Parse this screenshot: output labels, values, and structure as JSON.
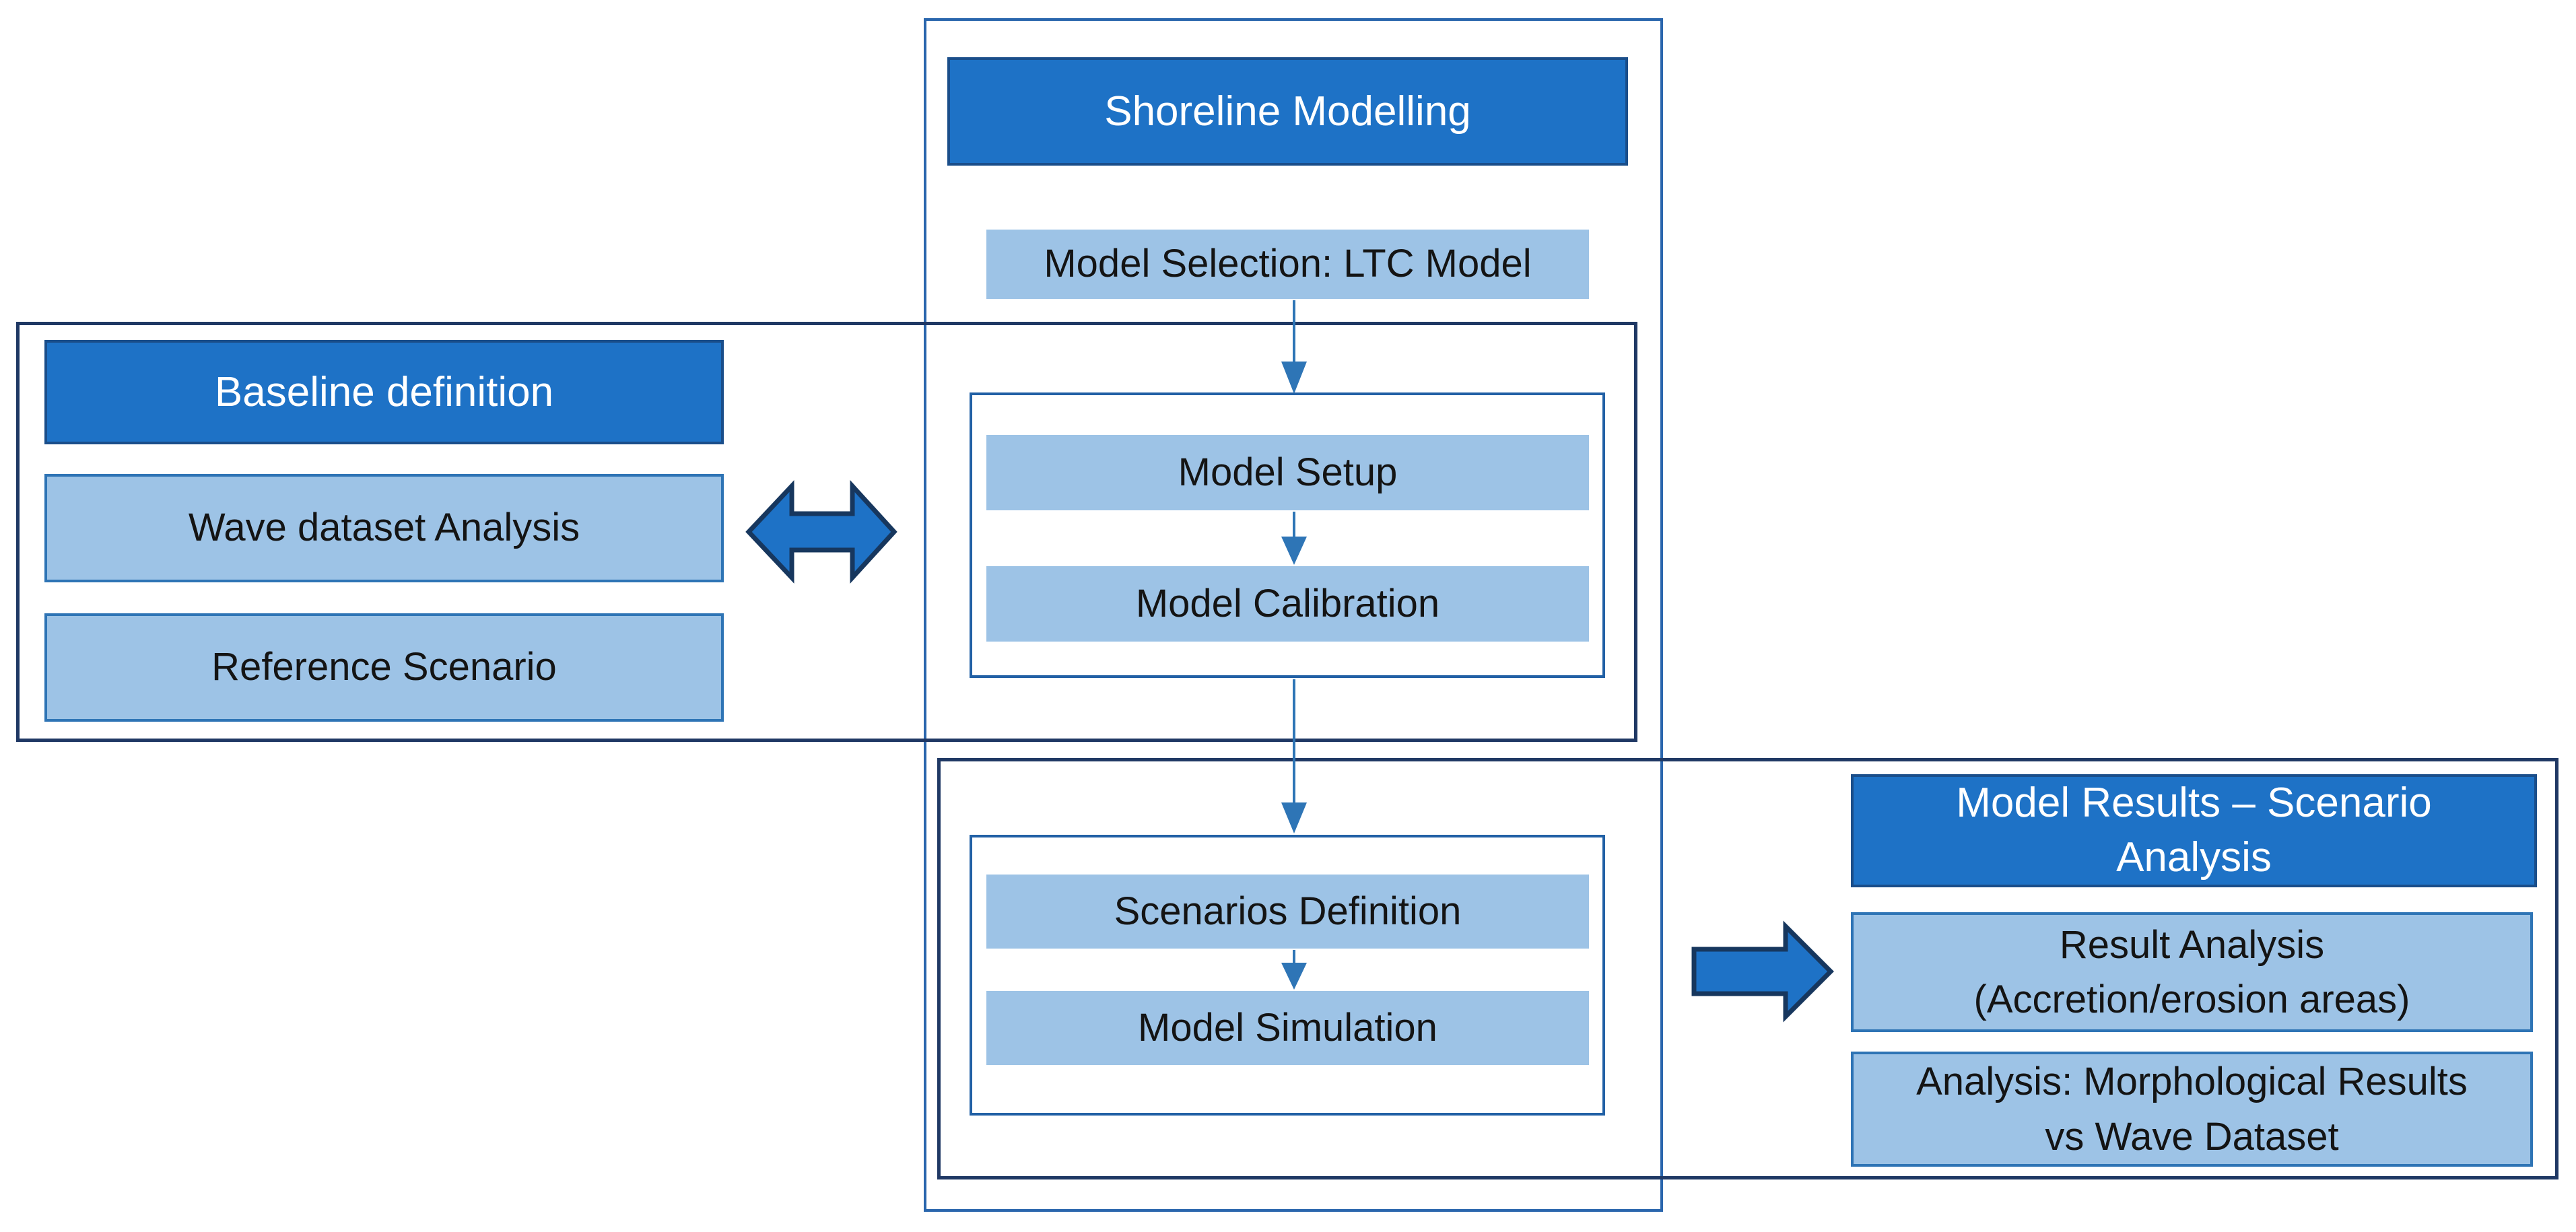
{
  "diagram": {
    "shoreline_modelling": {
      "label": "Shoreline Modelling"
    },
    "model_selection": {
      "label": "Model Selection: LTC Model"
    },
    "baseline_definition": {
      "label": "Baseline definition"
    },
    "wave_dataset": {
      "label": "Wave dataset Analysis"
    },
    "reference_scenario": {
      "label": "Reference Scenario"
    },
    "model_setup": {
      "label": "Model Setup"
    },
    "model_calibration": {
      "label": "Model Calibration"
    },
    "scenarios_definition": {
      "label": "Scenarios Definition"
    },
    "model_simulation": {
      "label": "Model Simulation"
    },
    "model_results_header": {
      "line1": "Model Results – Scenario",
      "line2": "Analysis"
    },
    "result_analysis": {
      "line1": "Result Analysis",
      "line2": "(Accretion/erosion areas)"
    },
    "analysis_morphological": {
      "line1": "Analysis: Morphological Results",
      "line2": "vs Wave Dataset"
    }
  },
  "colors": {
    "dark_blue": "#1E72C6",
    "dark_border": "#1A4E8A",
    "light_blue": "#9DC3E6",
    "light_border": "#2E74B5",
    "group_navy": "#1F3864",
    "frame_blue": "#2A66AD",
    "inner_blue": "#2160A5",
    "connector_blue": "#2E75B6",
    "arrow_fill": "#1E72C6",
    "arrow_border": "#17375E",
    "text_black": "#141414",
    "text_white": "#FFFFFF"
  }
}
